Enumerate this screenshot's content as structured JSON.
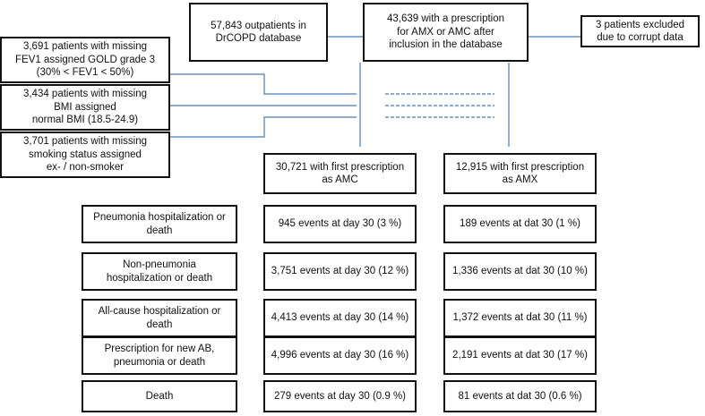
{
  "top": {
    "database": "57,843 outpatients in\nDrCOPD database",
    "prescription": "43,639 with a prescription\nfor AMX or AMC after\ninclusion in the database",
    "excluded": "3 patients excluded\ndue to corrupt data"
  },
  "imputations": [
    "3,691 patients with missing\nFEV1 assigned GOLD grade 3\n(30% < FEV1 < 50%)",
    "3,434 patients with missing\nBMI assigned\nnormal BMI (18.5-24.9)",
    "3,701 patients with missing\nsmoking status assigned\nex- / non-smoker"
  ],
  "groups": {
    "amc": "30,721 with first prescription\nas AMC",
    "amx": "12,915 with first prescription\nas AMX"
  },
  "outcomes": [
    {
      "label": "Pneumonia hospitalization or\ndeath",
      "amc": "945 events at day 30 (3 %)",
      "amx": "189 events at dat 30 (1 %)"
    },
    {
      "label": "Non-pneumonia\nhospitalization or death",
      "amc": "3,751 events at day 30 (12 %)",
      "amx": "1,336 events at dat 30 (10 %)"
    },
    {
      "label": "All-cause hospitalization or\ndeath",
      "amc": "4,413 events at day 30 (14 %)",
      "amx": "1,372 events at dat 30 (11 %)"
    },
    {
      "label": "Prescription for new AB,\npneumonia or death",
      "amc": "4,996 events at day 30 (16 %)",
      "amx": "2,191 events at dat 30 (17 %)"
    },
    {
      "label": "Death",
      "amc": "279 events at day 30 (0.9 %)",
      "amx": "81 events at dat 30 (0.6 %)"
    }
  ],
  "colors": {
    "connector": "#4a7ab8",
    "border": "#111111"
  }
}
